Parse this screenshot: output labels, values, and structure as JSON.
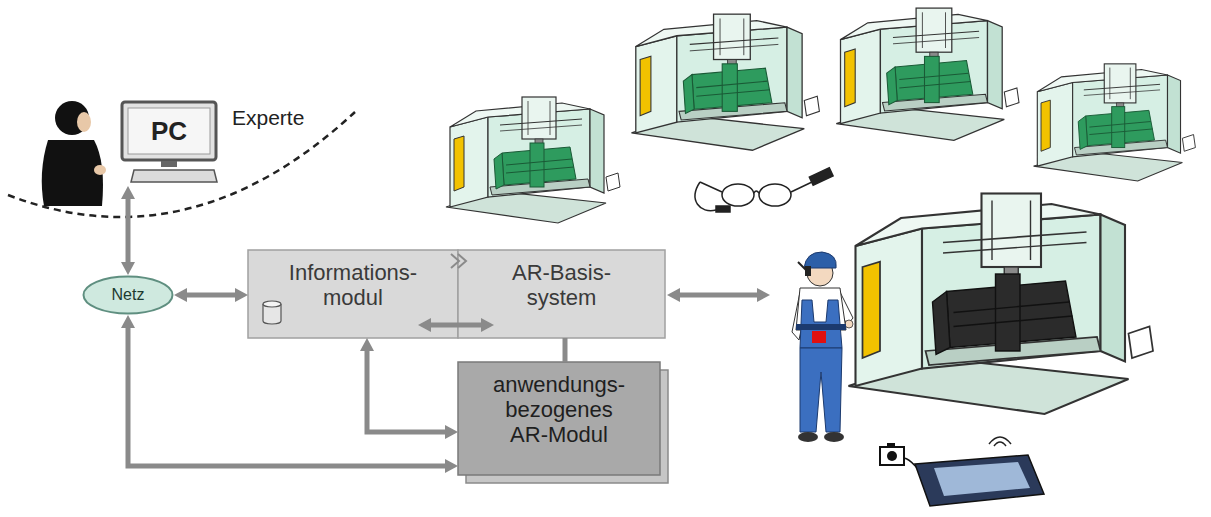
{
  "diagram": {
    "nodes": [
      {
        "text": [
          "PC"
        ]
      },
      {
        "text": [
          "Netz"
        ]
      },
      {
        "text": [
          "Informations- modul"
        ]
      },
      {
        "text": [
          "AR-Basis- system"
        ]
      },
      {
        "text": [
          "anwendungs- bezogenes AR-Modul"
        ]
      }
    ],
    "edges": [
      {
        "from": 1,
        "to": 0,
        "arrow": "both"
      },
      {
        "from": 1,
        "to": 2,
        "arrow": "both"
      },
      {
        "from": 2,
        "to": 3,
        "arrow": "both"
      },
      {
        "from": 3,
        "to": 4,
        "arrow": "none"
      },
      {
        "from": 2,
        "to": 4,
        "arrow": "both"
      },
      {
        "from": 1,
        "to": 4,
        "arrow": "both"
      }
    ],
    "labels": [
      "Experte"
    ]
  }
}
